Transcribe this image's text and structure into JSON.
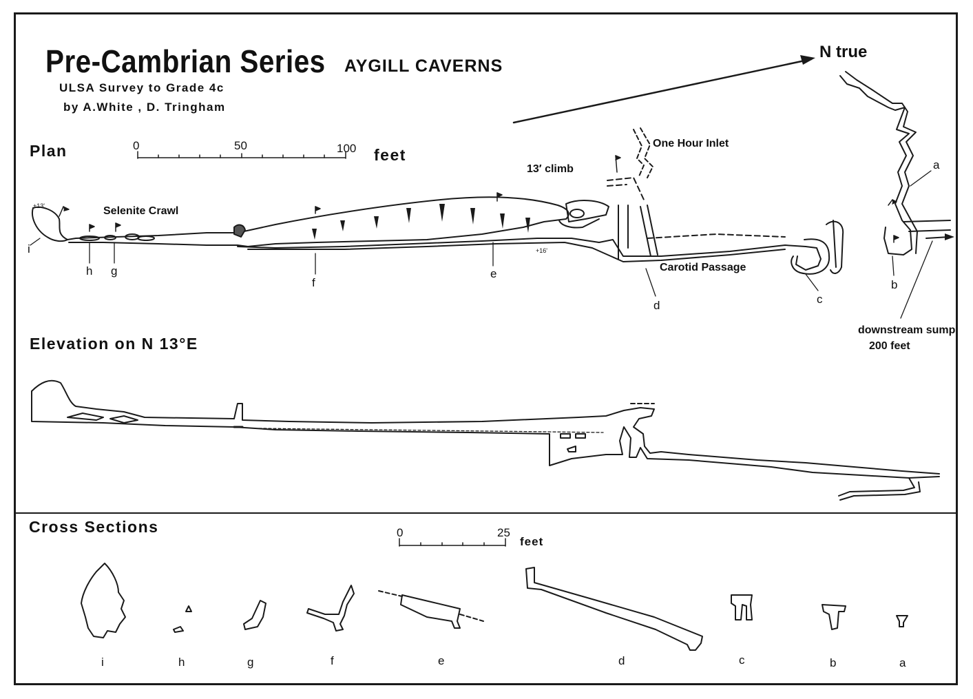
{
  "title": "Pre-Cambrian Series",
  "subtitle": "AYGILL CAVERNS",
  "survey": "ULSA  Survey to Grade  4c",
  "authors": "by  A.White ,  D. Tringham",
  "north": "N true",
  "plan": {
    "heading": "Plan",
    "scale": {
      "ticks": [
        "0",
        "50",
        "100"
      ],
      "unit": "feet"
    },
    "labels": {
      "selenite": "Selenite  Crawl",
      "climb": "13′ climb",
      "inlet": "One Hour Inlet",
      "carotid": "Carotid Passage",
      "sump": "downstream  sump",
      "sump_distance": "200  feet",
      "height_13": "+13'",
      "height_16": "+16'"
    },
    "section_markers": [
      "i",
      "h",
      "g",
      "f",
      "e",
      "d",
      "c",
      "b",
      "a"
    ]
  },
  "elevation": {
    "heading": "Elevation  on  N 13°E"
  },
  "cross_sections": {
    "heading": "Cross  Sections",
    "scale": {
      "ticks": [
        "0",
        "25"
      ],
      "unit": "feet"
    },
    "labels": [
      "i",
      "h",
      "g",
      "f",
      "e",
      "d",
      "c",
      "b",
      "a"
    ]
  }
}
